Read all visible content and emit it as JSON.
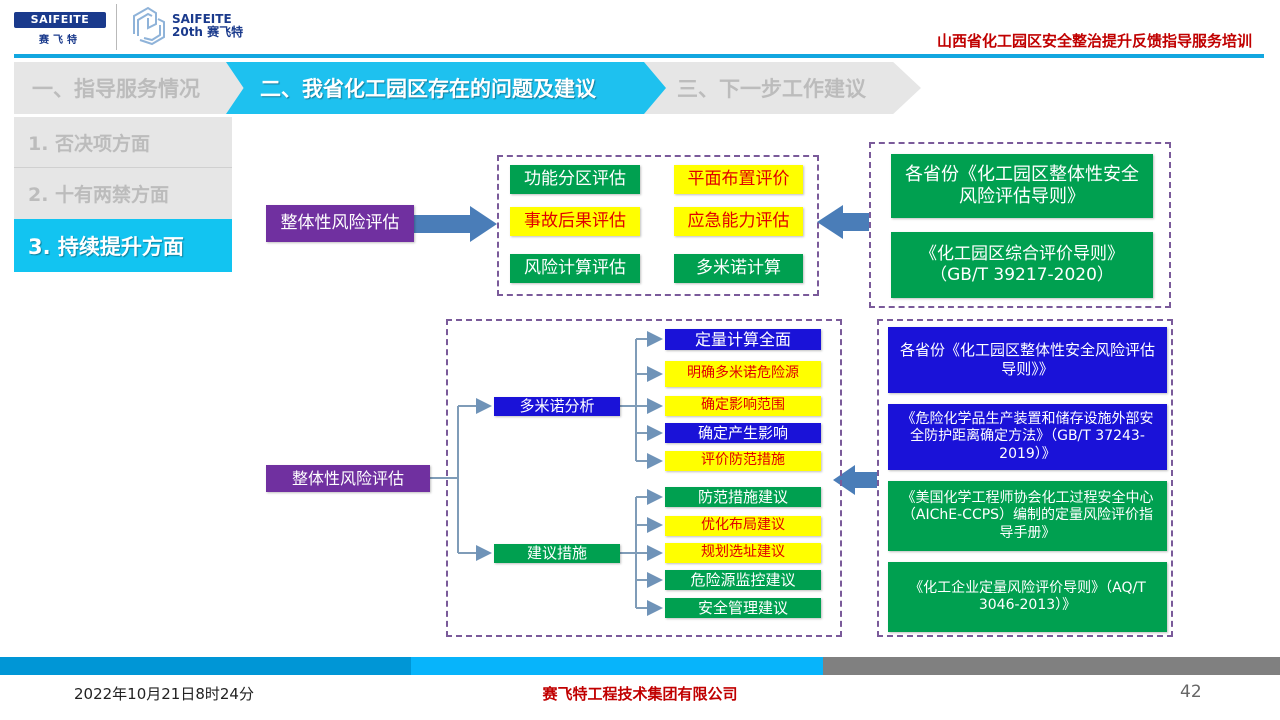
{
  "header": {
    "logo1": {
      "brand": "SAIFEITE",
      "cn": "赛飞特"
    },
    "logo2": {
      "line1": "SAIFEITE",
      "line2": "20th 赛飞特"
    },
    "title": "山西省化工园区安全整治提升反馈指导服务培训"
  },
  "colors": {
    "accent_blue": "#12c4f1",
    "header_rule": "#12a7e0",
    "title_red": "#c00000",
    "purple": "#7030a0",
    "green": "#00a050",
    "yellow": "#ffff00",
    "blue": "#1a12d8",
    "arrow_blue": "#4f81bd"
  },
  "tabs": [
    {
      "label": "一、指导服务情况",
      "active": false
    },
    {
      "label": "二、我省化工园区存在的问题及建议",
      "active": true
    },
    {
      "label": "三、下一步工作建议",
      "active": false
    }
  ],
  "submenu": [
    {
      "label": "1. 否决项方面",
      "active": false
    },
    {
      "label": "2. 十有两禁方面",
      "active": false
    },
    {
      "label": "3. 持续提升方面",
      "active": true
    }
  ],
  "top_section": {
    "source_label": "整体性风险评估",
    "items": [
      {
        "label": "功能分区评估",
        "style": "green"
      },
      {
        "label": "平面布置评价",
        "style": "yellow"
      },
      {
        "label": "事故后果评估",
        "style": "yellow"
      },
      {
        "label": "应急能力评估",
        "style": "yellow"
      },
      {
        "label": "风险计算评估",
        "style": "green"
      },
      {
        "label": "多米诺计算",
        "style": "green"
      }
    ],
    "references": [
      "各省份《化工园区整体性安全风险评估导则》",
      "《化工园区综合评价导则》（GB/T 39217-2020）"
    ]
  },
  "bottom_section": {
    "root_label": "整体性风险评估",
    "branches": [
      {
        "label": "多米诺分析",
        "style": "blue",
        "leaves": [
          {
            "label": "定量计算全面",
            "style": "blue"
          },
          {
            "label": "明确多米诺危险源",
            "style": "yellow"
          },
          {
            "label": "确定影响范围",
            "style": "yellow"
          },
          {
            "label": "确定产生影响",
            "style": "blue"
          },
          {
            "label": "评价防范措施",
            "style": "yellow"
          }
        ]
      },
      {
        "label": "建议措施",
        "style": "green",
        "leaves": [
          {
            "label": "防范措施建议",
            "style": "green"
          },
          {
            "label": "优化布局建议",
            "style": "yellow"
          },
          {
            "label": "规划选址建议",
            "style": "yellow"
          },
          {
            "label": "危险源监控建议",
            "style": "green"
          },
          {
            "label": "安全管理建议",
            "style": "green"
          }
        ]
      }
    ],
    "references": [
      {
        "label": "各省份《化工园区整体性安全风险评估导则》》",
        "style": "blue"
      },
      {
        "label": "《危险化学品生产装置和储存设施外部安全防护距离确定方法》（GB/T 37243-2019）》",
        "style": "blue"
      },
      {
        "label": "《美国化学工程师协会化工过程安全中心（AIChE-CCPS）编制的定量风险评价指导手册》",
        "style": "green"
      },
      {
        "label": "《化工企业定量风险评价导则》（AQ/T 3046-2013）》",
        "style": "green"
      }
    ]
  },
  "footer": {
    "datetime": "2022年10月21日8时24分",
    "company": "赛飞特工程技术集团有限公司",
    "page_number": "42"
  }
}
